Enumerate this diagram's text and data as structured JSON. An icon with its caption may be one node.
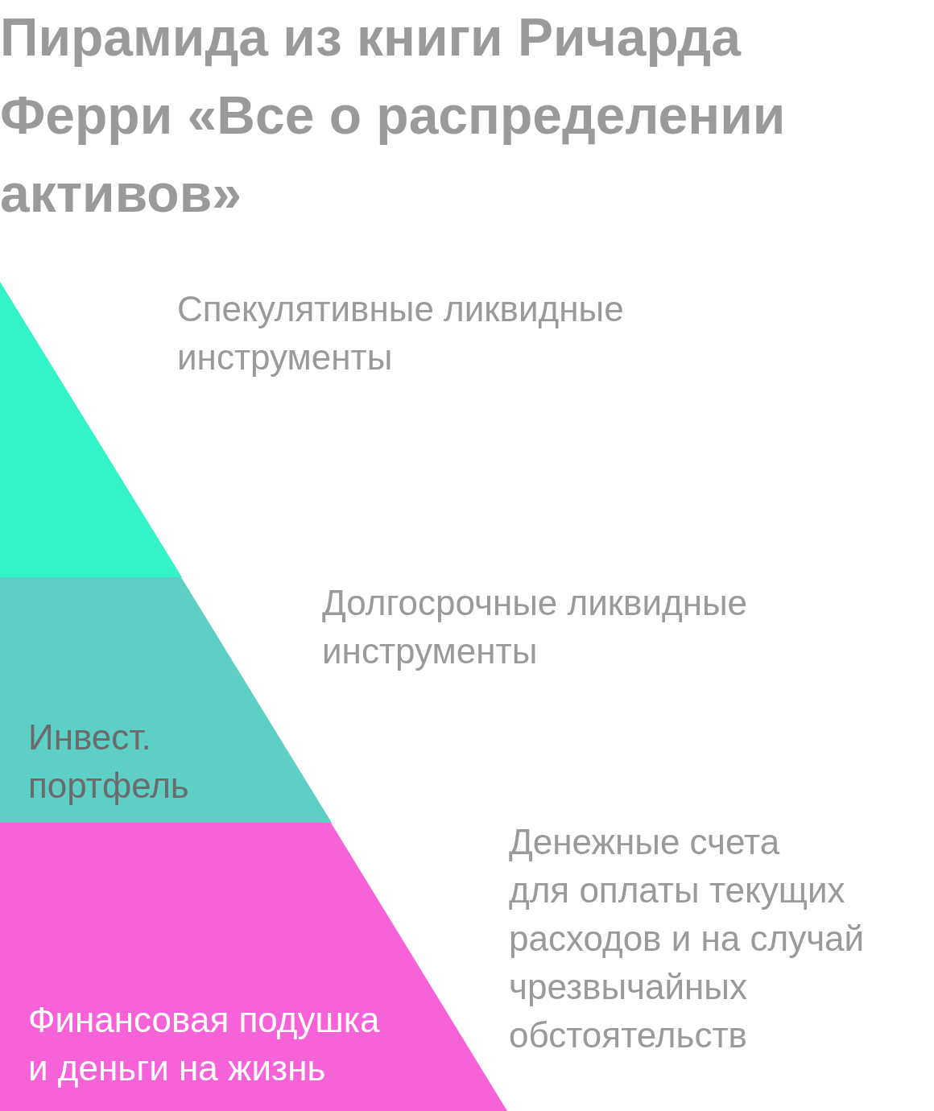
{
  "diagram": {
    "title": "Пирамида из книги Ричарда Ферри «Все о распределении активов»",
    "nodes": [
      {
        "text": [],
        "shape": "triangle",
        "beside": [
          "Спекулятивные ликвидные инструменты"
        ]
      },
      {
        "text": [
          "Инвест. портфель"
        ],
        "beside": [
          "Долгосрочные ликвидные инструменты"
        ]
      },
      {
        "text": [
          "Финансовая подушка и деньги на жизнь"
        ],
        "beside": [
          "Денежные счета для оплаты текущих расходов и на случай чрезвычайных обстоятельств"
        ]
      }
    ]
  }
}
